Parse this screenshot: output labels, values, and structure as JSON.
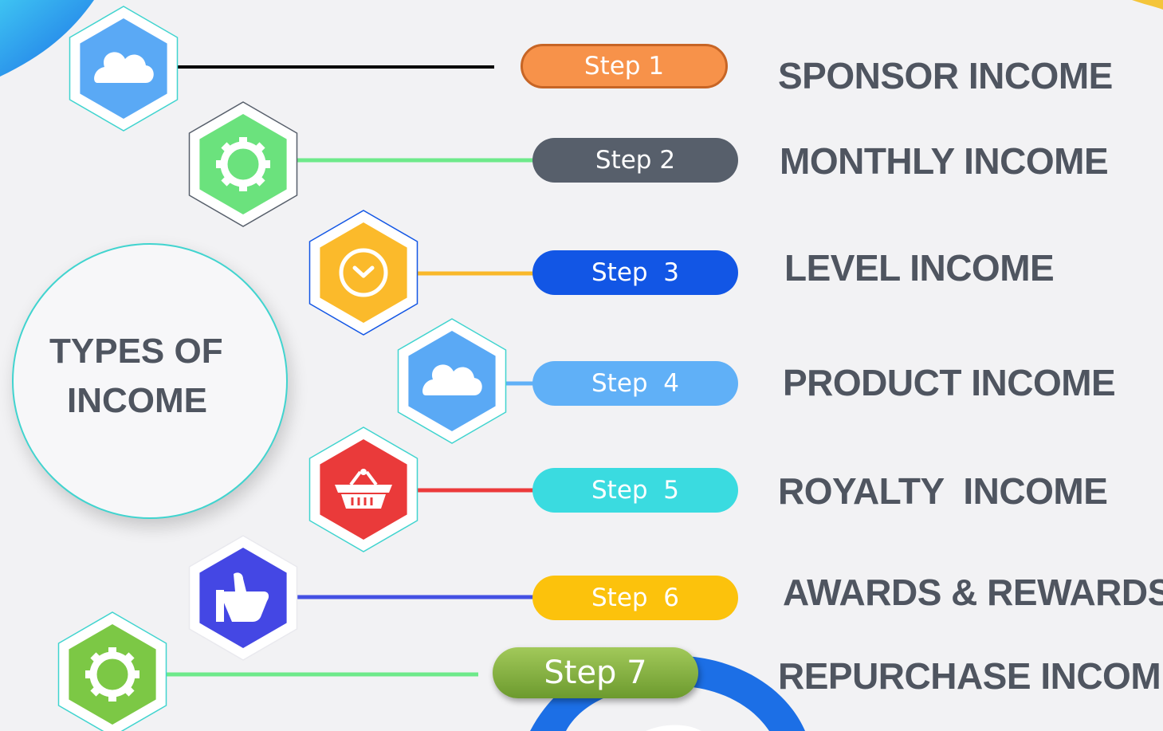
{
  "center": {
    "line1": "TYPES OF",
    "line2": "INCOME"
  },
  "steps": [
    {
      "label": "Step 1",
      "income": "SPONSOR INCOME",
      "color": "#f7924a",
      "line_color": "#000000",
      "hex_color": "#5aa9f5",
      "icon": "cloud-icon"
    },
    {
      "label": "Step 2",
      "income": "MONTHLY INCOME",
      "color": "#575f6b",
      "line_color": "#6ee98a",
      "hex_color": "#6be27d",
      "icon": "gear-icon"
    },
    {
      "label": "Step  3",
      "income": "LEVEL INCOME",
      "color": "#1256e5",
      "line_color": "#f9b82a",
      "hex_color": "#fbba2b",
      "icon": "clock-icon"
    },
    {
      "label": "Step  4",
      "income": "PRODUCT INCOME",
      "color": "#60b0f7",
      "line_color": "#60b0f7",
      "hex_color": "#5aa9f5",
      "icon": "cloud-icon"
    },
    {
      "label": "Step  5",
      "income": "ROYALTY  INCOME",
      "color": "#3adbe0",
      "line_color": "#ec3a3a",
      "hex_color": "#ea3a3a",
      "icon": "basket-icon"
    },
    {
      "label": "Step  6",
      "income": "AWARDS & REWARDS",
      "color": "#fcc20c",
      "line_color": "#4450e3",
      "hex_color": "#4447e4",
      "icon": "thumbs-up-icon"
    },
    {
      "label": "Step 7",
      "income": "REPURCHASE INCOME",
      "color": "#86b342",
      "line_color": "#6ee98a",
      "hex_color": "#7cc845",
      "icon": "gear-icon"
    }
  ],
  "accent_colors": {
    "blue_arc": "#1c6fe6",
    "background": "#f2f2f4"
  }
}
